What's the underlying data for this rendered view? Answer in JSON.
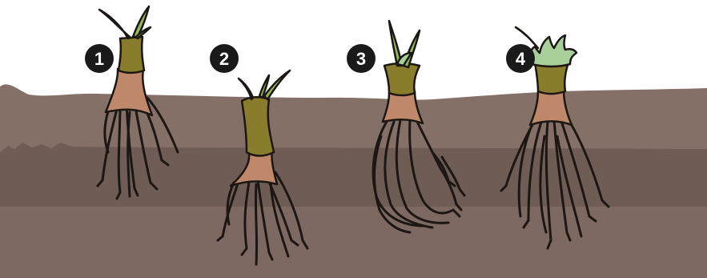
{
  "colors": {
    "sky": "#ffffff",
    "soil_top": "#847067",
    "soil_middle": "#6f5d55",
    "soil_bottom": "#7d6961",
    "root": "#1c1714",
    "root_zone": "#c0886b",
    "stem": "#8a7c2d",
    "leaf_green": "#93b65c",
    "leaf_pale": "#a9cf9a",
    "badge": "#1a1a1a"
  },
  "plants": [
    {
      "number": "1",
      "leaf_icon": "sprout-icon",
      "root_icon": "roots-icon"
    },
    {
      "number": "2",
      "leaf_icon": "sprout-icon",
      "root_icon": "roots-icon"
    },
    {
      "number": "3",
      "leaf_icon": "sprout-icon",
      "root_icon": "roots-icon"
    },
    {
      "number": "4",
      "leaf_icon": "leafy-crown-icon",
      "root_icon": "roots-icon"
    }
  ]
}
